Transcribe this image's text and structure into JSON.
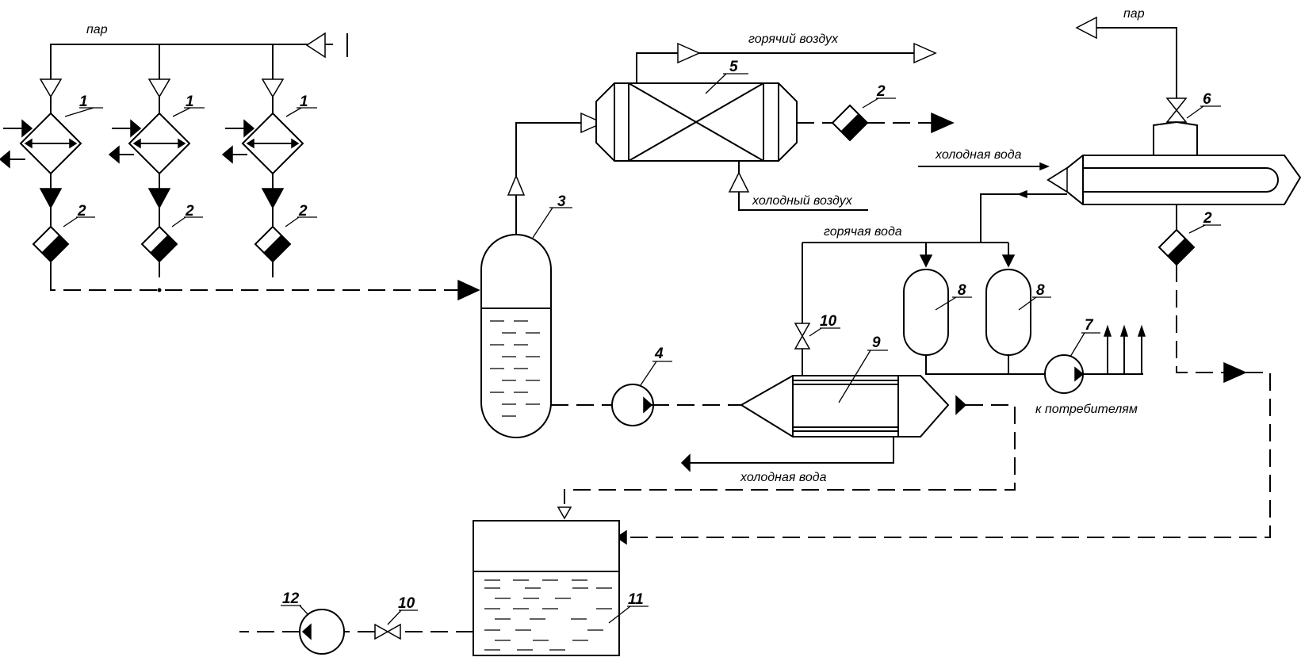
{
  "streams": {
    "steam_top_left": "пар",
    "steam_top_right": "пар",
    "hot_air": "горячий воздух",
    "cold_air": "холодный воздух",
    "cold_water_condenser": "холодная вода",
    "hot_water": "горячая вода",
    "cold_water_exchanger": "холодная вода",
    "to_consumers": "к потребителям"
  },
  "tags": {
    "heater_1a": "1",
    "heater_1b": "1",
    "heater_1c": "1",
    "trap_2a": "2",
    "trap_2b": "2",
    "trap_2c": "2",
    "trap_2d": "2",
    "trap_2e": "2",
    "separator_3": "3",
    "pump_4": "4",
    "air_heater_5": "5",
    "condenser_6": "6",
    "pump_7": "7",
    "storage_8a": "8",
    "storage_8b": "8",
    "exchanger_9": "9",
    "valve_10a": "10",
    "valve_10b": "10",
    "tank_11": "11",
    "pump_12": "12"
  }
}
